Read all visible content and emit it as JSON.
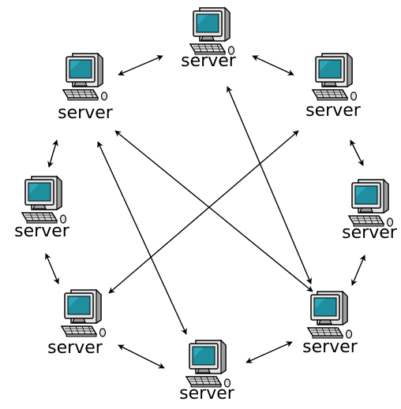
{
  "diagram": {
    "nodes": [
      {
        "id": "top",
        "label": "server"
      },
      {
        "id": "upper-left",
        "label": "server"
      },
      {
        "id": "upper-right",
        "label": "server"
      },
      {
        "id": "mid-left",
        "label": "server"
      },
      {
        "id": "mid-right",
        "label": "server"
      },
      {
        "id": "lower-left",
        "label": "server"
      },
      {
        "id": "lower-right",
        "label": "server"
      },
      {
        "id": "bottom",
        "label": "server"
      }
    ],
    "edges": [
      {
        "from": "upper-left",
        "to": "top"
      },
      {
        "from": "top",
        "to": "upper-right"
      },
      {
        "from": "upper-left",
        "to": "mid-left"
      },
      {
        "from": "upper-right",
        "to": "mid-right"
      },
      {
        "from": "mid-left",
        "to": "lower-left"
      },
      {
        "from": "mid-right",
        "to": "lower-right"
      },
      {
        "from": "lower-left",
        "to": "bottom"
      },
      {
        "from": "bottom",
        "to": "lower-right"
      },
      {
        "from": "upper-left",
        "to": "lower-right"
      },
      {
        "from": "upper-left",
        "to": "bottom"
      },
      {
        "from": "top",
        "to": "lower-right"
      },
      {
        "from": "upper-right",
        "to": "lower-left"
      }
    ],
    "colors": {
      "screen": "#1f8fa0",
      "screen_highlight": "#35b7c8",
      "case": "#e6e6e6",
      "case_shadow": "#9e9e9e",
      "outline": "#000000",
      "arrow": "#000000"
    },
    "icon": "desktop-computer-icon"
  }
}
